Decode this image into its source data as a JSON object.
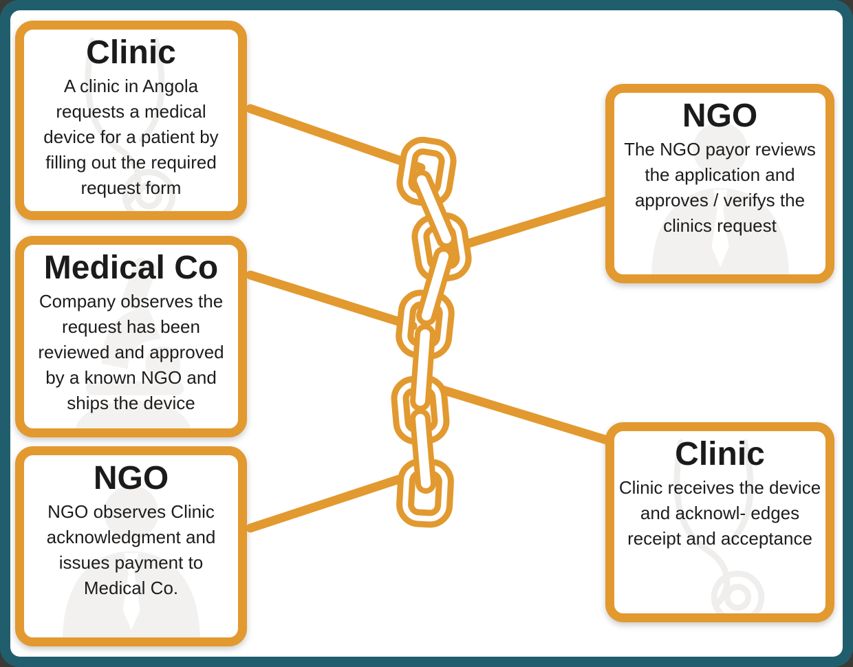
{
  "page": {
    "frame_color": "#215e6d",
    "canvas_color": "#ffffff",
    "accent_color": "#e2992f",
    "text_color": "#1b1b1b",
    "watermark_color": "#f2f1ef"
  },
  "nodes": [
    {
      "title": "Clinic",
      "body": "A clinic in Angola requests a medical device for a patient by filling out the required request form",
      "watermark": "stethoscope-icon",
      "side": "left"
    },
    {
      "title": "Medical Co",
      "body": "Company observes the request has been reviewed and approved by a known NGO and ships the device",
      "watermark": "microscope-icon",
      "side": "left"
    },
    {
      "title": "NGO",
      "body": "NGO observes Clinic acknowledgment and issues payment to Medical Co.",
      "watermark": "person-icon",
      "side": "left"
    },
    {
      "title": "NGO",
      "body": "The NGO payor reviews the application and approves / verifys the clinics request",
      "watermark": "person-icon",
      "side": "right"
    },
    {
      "title": "Clinic",
      "body": "Clinic receives the device and acknowl- edges receipt and acceptance",
      "watermark": "stethoscope-icon",
      "side": "right"
    }
  ],
  "chain": {
    "link_count": 5,
    "style": "outlined",
    "color": "#e2992f"
  },
  "connectors": {
    "count": 5,
    "color": "#e2992f"
  }
}
